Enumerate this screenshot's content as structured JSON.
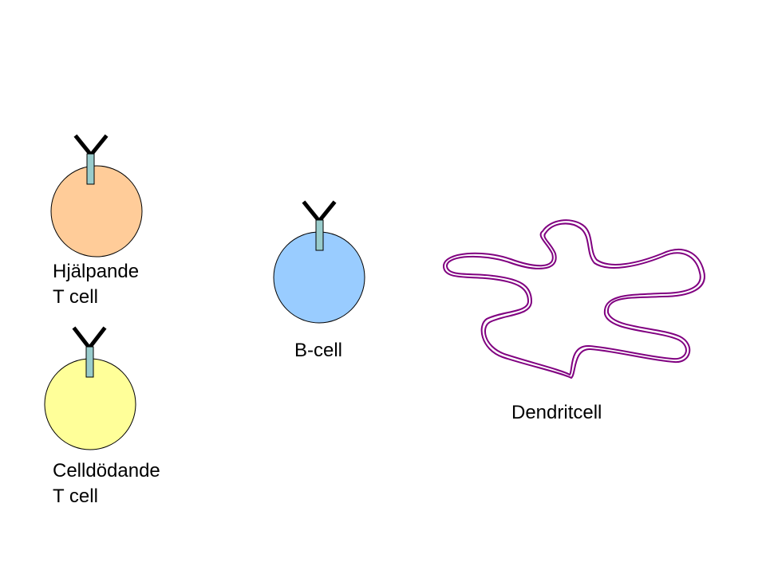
{
  "cells": {
    "helper_t": {
      "label_line1": "Hjälpande",
      "label_line2": "T cell",
      "fill": "#FFCC99"
    },
    "killer_t": {
      "label_line1": "Celldödande",
      "label_line2": "T cell",
      "fill": "#FFFF99"
    },
    "b_cell": {
      "label": "B-cell",
      "fill": "#99CCFF"
    },
    "dendritic": {
      "label": "Dendritcell",
      "stroke": "#800080"
    }
  },
  "receptor_stem_color": "#99CCCC"
}
